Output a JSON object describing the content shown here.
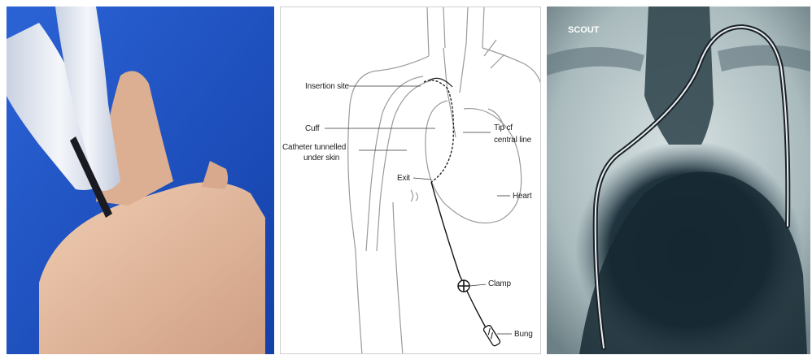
{
  "photo": {
    "background_color": "#1b4fc3",
    "skin_color": "#e3b99c",
    "glove_color": "#e6eaf2"
  },
  "diagram": {
    "labels": {
      "insertion_site": "Insertion site",
      "cuff": "Cuff",
      "catheter_tunnelled_line1": "Catheter tunnelled",
      "catheter_tunnelled_line2": "under skin",
      "exit": "Exit",
      "tip_line1": "Tip cf",
      "tip_line2": "central line",
      "heart": "Heart",
      "clamp": "Clamp",
      "bung": "Bung"
    }
  },
  "xray": {
    "scout_label": "SCOUT",
    "background_color": "#b8c7c9"
  }
}
